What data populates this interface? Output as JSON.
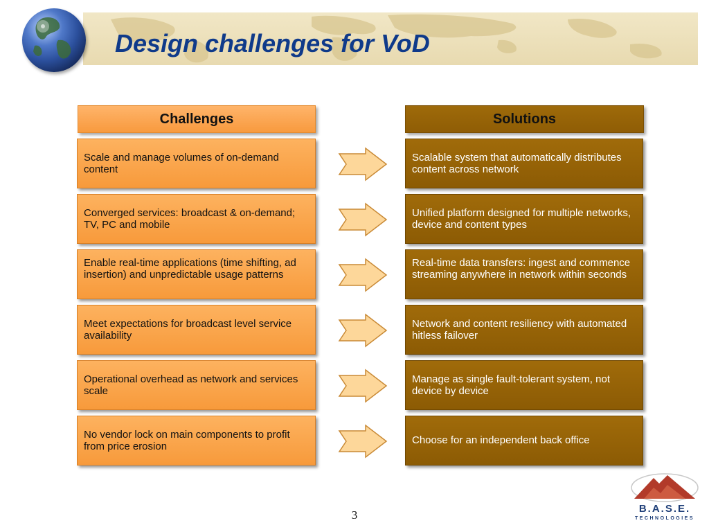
{
  "slide": {
    "title": "Design challenges for VoD",
    "page_number": "3"
  },
  "columns": {
    "challenges_header": "Challenges",
    "solutions_header": "Solutions"
  },
  "rows": [
    {
      "challenge": "Scale and manage volumes of on-demand content",
      "solution": "Scalable system that automatically distributes content across network"
    },
    {
      "challenge": "Converged services: broadcast & on-demand; TV, PC and mobile",
      "solution": "Unified platform designed for multiple networks, device and content types"
    },
    {
      "challenge": "Enable real-time applications (time shifting, ad insertion) and unpredictable usage patterns",
      "solution": "Real-time data transfers: ingest and commence streaming anywhere in network within seconds"
    },
    {
      "challenge": "Meet expectations for broadcast level service availability",
      "solution": "Network and content resiliency with automated hitless failover"
    },
    {
      "challenge": "Operational overhead as network and services scale",
      "solution": "Manage as single fault-tolerant system, not device by device"
    },
    {
      "challenge": "No vendor lock on main components to profit from price erosion",
      "solution": "Choose for an independent back office"
    }
  ],
  "logo": {
    "name": "B.A.S.E.",
    "subtitle": "TECHNOLOGIES"
  },
  "colors": {
    "title": "#0f3a8a",
    "challenge_fill": "#f89a3e",
    "solution_fill": "#935f06",
    "arrow_fill": "#fdd79a"
  },
  "icons": {
    "globe": "globe-icon",
    "arrow": "right-arrow-icon",
    "logo": "pyramid-logo-icon"
  }
}
